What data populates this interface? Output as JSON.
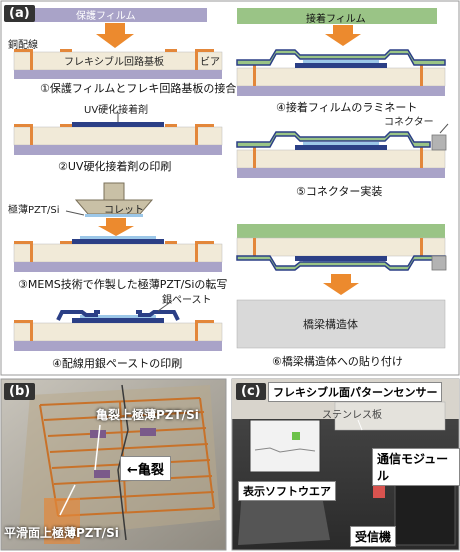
{
  "panels": {
    "a": "(a)",
    "b": "(b)",
    "c": "(c)"
  },
  "steps": [
    {
      "caption": "①保護フィルムとフレキ回路基板の接合"
    },
    {
      "caption": "②UV硬化接着剤の印刷"
    },
    {
      "caption": "③MEMS技術で作製した極薄PZT/Siの転写"
    },
    {
      "caption": "④配線用銀ペーストの印刷"
    },
    {
      "caption": "④接着フィルムのラミネート"
    },
    {
      "caption": "⑤コネクター実装"
    },
    {
      "caption": "⑥橋梁構造体への貼り付け"
    }
  ],
  "labels": {
    "protect_film": "保護フィルム",
    "flex_board": "フレキシブル回路基板",
    "copper": "銅配線",
    "via": "ビア",
    "uv_adhesive": "UV硬化接着剤",
    "pzt": "極薄PZT/Si",
    "collet": "コレット",
    "silver_paste": "銀ペースト",
    "adhesive_film": "接着フィルム",
    "connector": "コネクター",
    "bridge": "橋梁構造体"
  },
  "photo_b": {
    "crack_pzt": "亀裂上極薄PZT/Si",
    "crack": "←亀裂",
    "smooth_pzt": "平滑面上極薄PZT/Si"
  },
  "photo_c": {
    "sensor": "フレキシブル面パターンセンサー",
    "steel": "ステンレス板",
    "comm": "通信モジュール",
    "software": "表示ソフトウエア",
    "receiver": "受信機"
  },
  "colors": {
    "protect": "#a9a3c8",
    "board": "#f1ead8",
    "copper": "#e3873a",
    "adhesive": "#2b3f86",
    "green": "#9ac486",
    "arrow": "#ec8a2e",
    "pzt": "#9cc7e8"
  }
}
